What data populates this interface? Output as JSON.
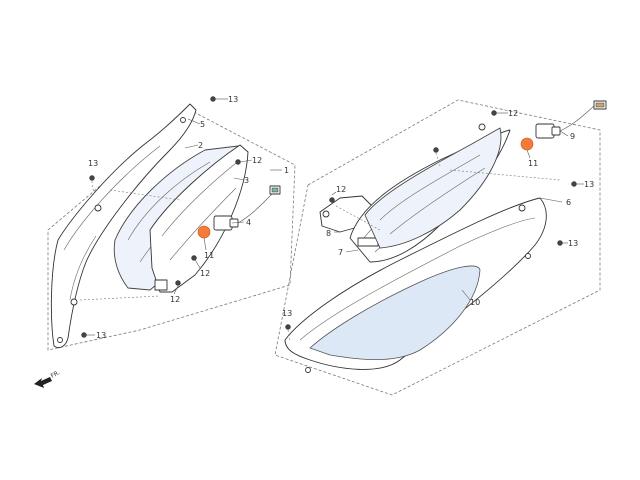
{
  "diagram": {
    "part_labels": {
      "p13_left_top": "13",
      "p5": "5",
      "p2": "2",
      "p12_left_upper": "12",
      "p3": "3",
      "p1": "1",
      "p13_left_side": "13",
      "p4": "4",
      "p11_left": "11",
      "p12_left_mid": "12",
      "p12_left_low": "12",
      "p13_left_bottom": "13",
      "p12_right_top": "12",
      "p9": "9",
      "p11_right": "11",
      "p12_right_mid": "12",
      "p8": "8",
      "p7": "7",
      "p13_right_upper": "13",
      "p6": "6",
      "p13_right_lower": "13",
      "p10": "10",
      "p13_right_bottom": "13"
    },
    "direction_marker": "FR."
  }
}
